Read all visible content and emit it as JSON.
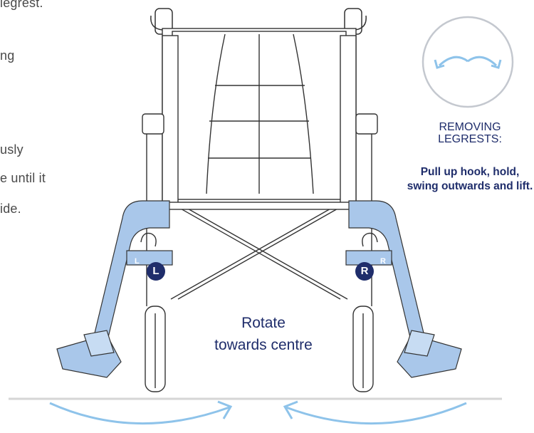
{
  "left_text": {
    "line1": "legrest.",
    "line2": "ng",
    "line3": "usly",
    "line4": "e until it",
    "line5": "ide."
  },
  "removing": {
    "title": "REMOVING LEGRESTS:",
    "description": "Pull up hook, hold, swing outwards and lift."
  },
  "rotate_label": "Rotate towards centre",
  "badges": {
    "left": "L",
    "right": "R"
  },
  "side_labels": {
    "left": "L",
    "right": "R"
  },
  "colors": {
    "navy": "#1f2d6b",
    "light_blue": "#a9c7ea",
    "arrow_blue": "#8ec3ea"
  },
  "icons": [
    "swing-outwards-icon",
    "rotate-arrow-left-icon",
    "rotate-arrow-right-icon",
    "wheelchair-illustration"
  ]
}
